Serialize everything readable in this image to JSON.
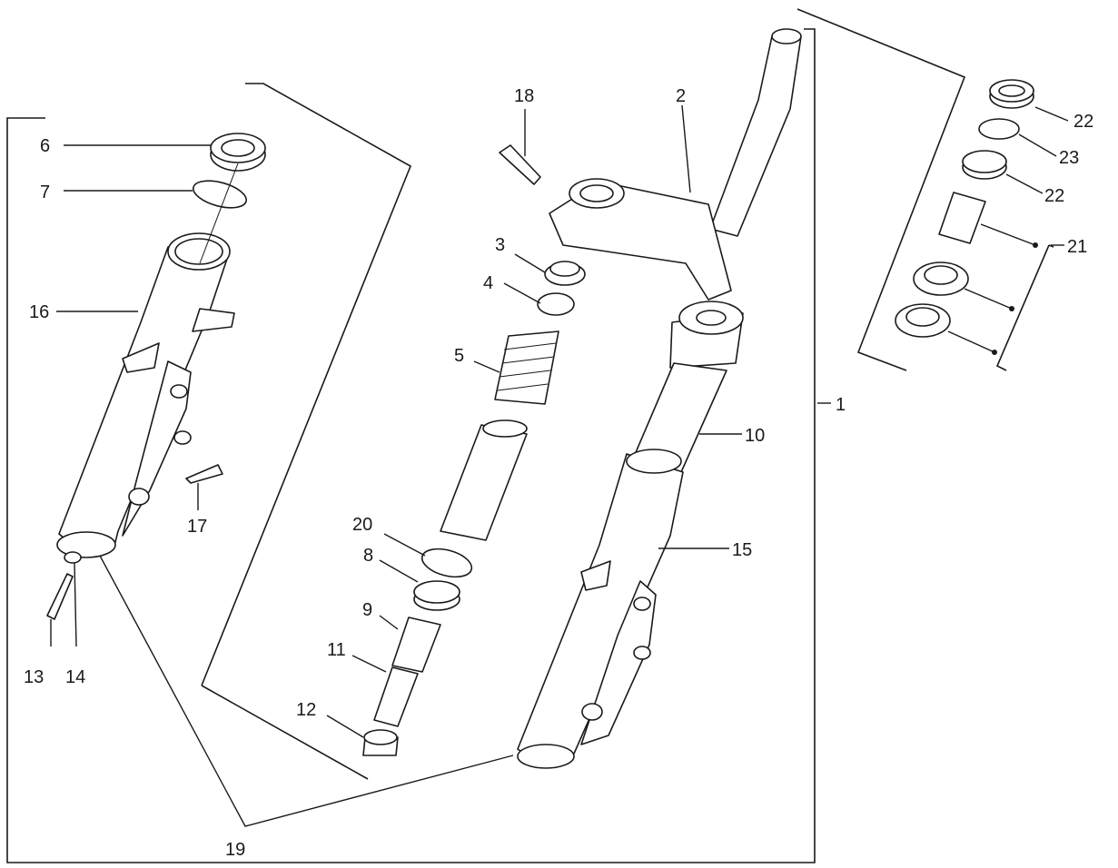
{
  "diagram": {
    "callouts": [
      {
        "id": "c1",
        "label": "1"
      },
      {
        "id": "c2",
        "label": "2"
      },
      {
        "id": "c3",
        "label": "3"
      },
      {
        "id": "c4",
        "label": "4"
      },
      {
        "id": "c5",
        "label": "5"
      },
      {
        "id": "c6",
        "label": "6"
      },
      {
        "id": "c7",
        "label": "7"
      },
      {
        "id": "c8",
        "label": "8"
      },
      {
        "id": "c9",
        "label": "9"
      },
      {
        "id": "c10",
        "label": "10"
      },
      {
        "id": "c11",
        "label": "11"
      },
      {
        "id": "c12",
        "label": "12"
      },
      {
        "id": "c13",
        "label": "13"
      },
      {
        "id": "c14",
        "label": "14"
      },
      {
        "id": "c15",
        "label": "15"
      },
      {
        "id": "c16",
        "label": "16"
      },
      {
        "id": "c17",
        "label": "17"
      },
      {
        "id": "c18",
        "label": "18"
      },
      {
        "id": "c19",
        "label": "19"
      },
      {
        "id": "c20",
        "label": "20"
      },
      {
        "id": "c21",
        "label": "21"
      },
      {
        "id": "c22a",
        "label": "22"
      },
      {
        "id": "c22b",
        "label": "22"
      },
      {
        "id": "c23",
        "label": "23"
      }
    ]
  }
}
